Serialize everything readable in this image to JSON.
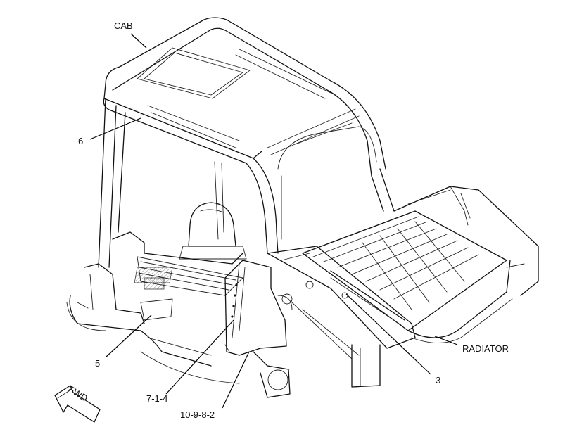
{
  "labels": {
    "cab": "CAB",
    "radiator": "RADIATOR",
    "callout_6": "6",
    "callout_5": "5",
    "callout_3": "3",
    "callout_7_1_4": "7-1-4",
    "callout_10_9_8_2": "10-9-8-2",
    "fwd": "FWD"
  }
}
